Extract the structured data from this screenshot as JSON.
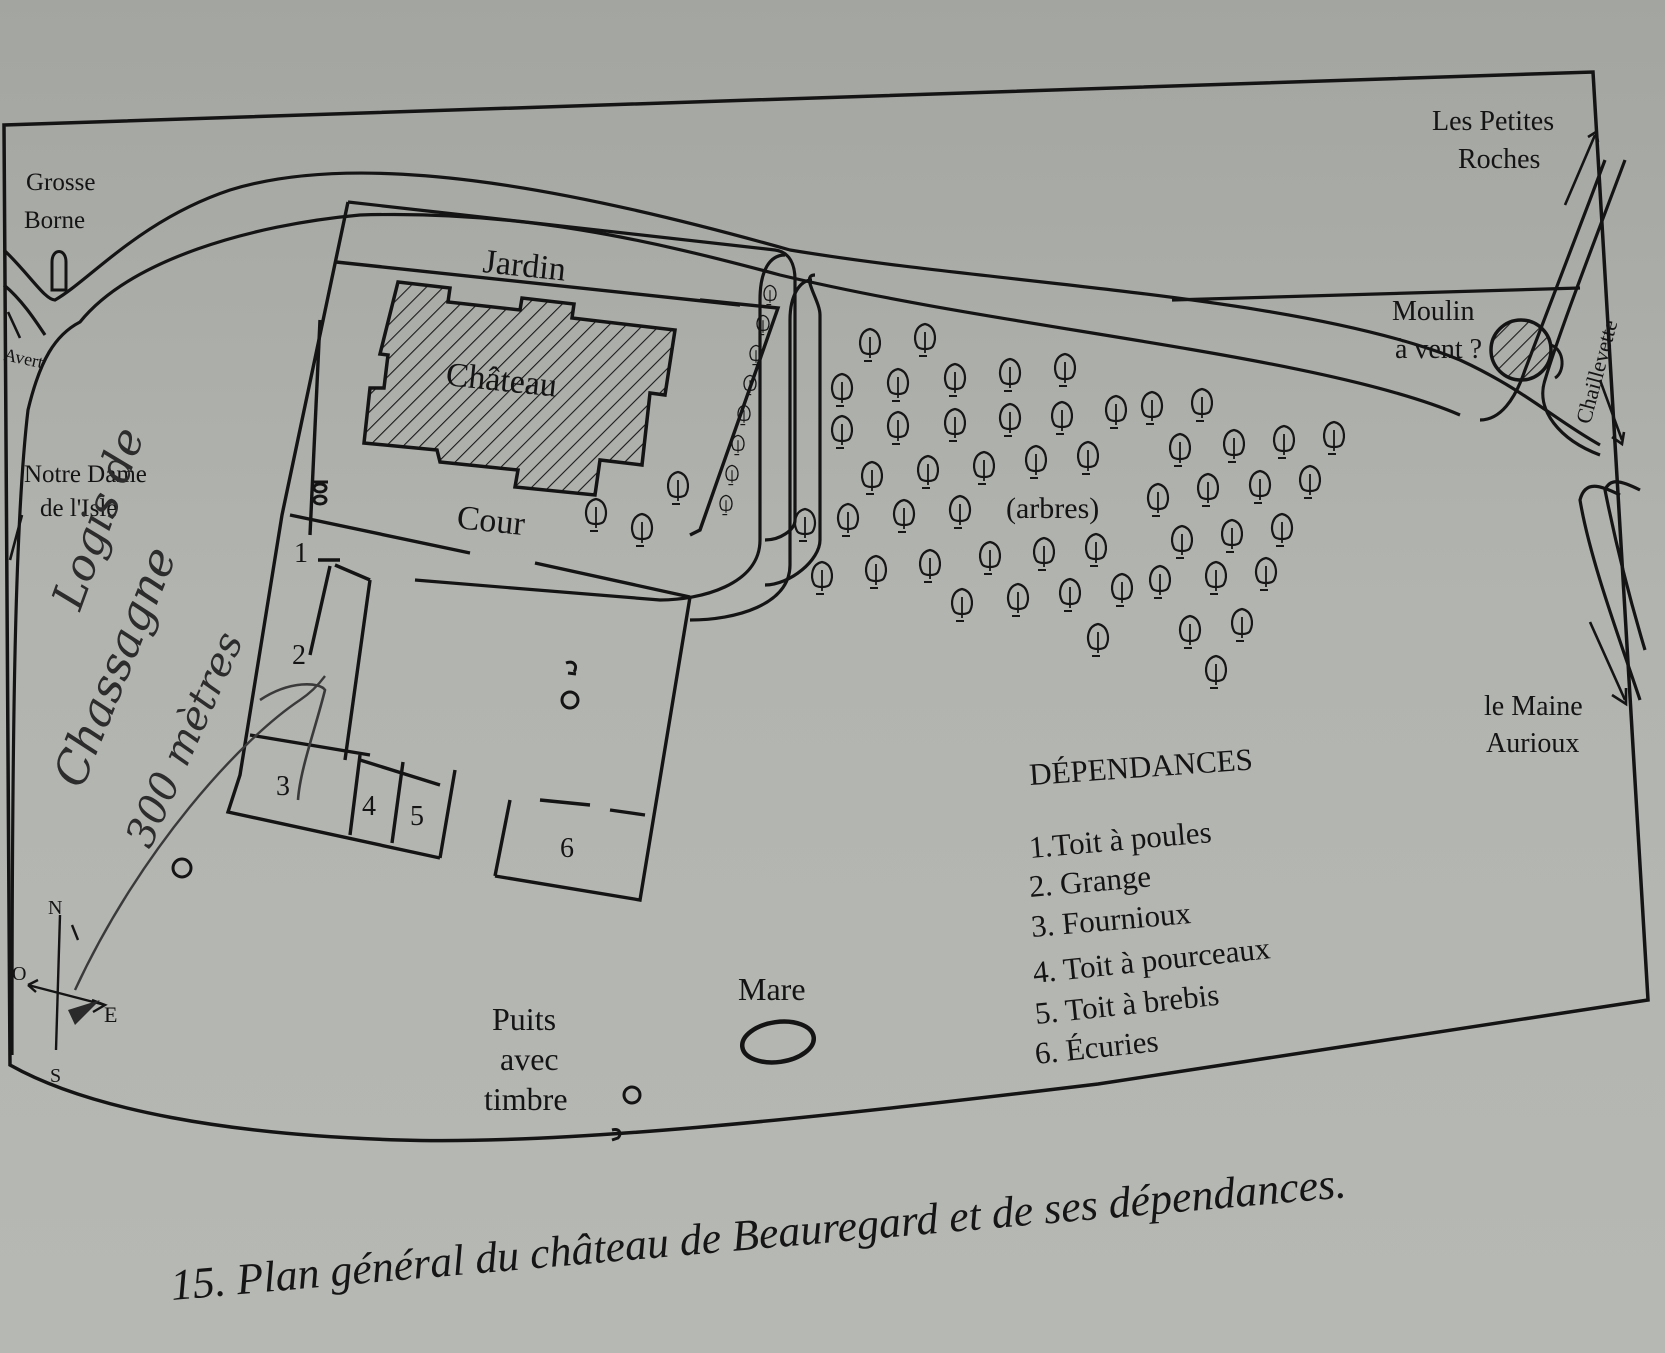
{
  "map": {
    "caption": "15. Plan général du château de Beauregard et de ses dépendances.",
    "places": {
      "grosse_borne_1": "Grosse",
      "grosse_borne_2": "Borne",
      "avert": "Avert",
      "notre_dame_1": "Notre Dame",
      "notre_dame_2": "de l'Isle",
      "petites_roches_1": "Les Petites",
      "petites_roches_2": "Roches",
      "moulin_1": "Moulin",
      "moulin_2": "à vent ?",
      "chaillevette": "Chaillevette",
      "maine_1": "le Maine",
      "maine_2": "Aurioux"
    },
    "areas": {
      "jardin": "Jardin",
      "chateau": "Château",
      "cour": "Cour",
      "arbres": "(arbres)",
      "mare": "Mare",
      "puits_1": "Puits",
      "puits_2": "avec",
      "puits_3": "timbre"
    },
    "outbuilding_numbers": [
      "1",
      "2",
      "3",
      "4",
      "5",
      "6"
    ],
    "legend": {
      "title": "DÉPENDANCES",
      "items": [
        "1.Toit à poules",
        "2. Grange",
        "3. Fournioux",
        "4. Toit à pourceaux",
        "5. Toit à brebis",
        "6. Écuries"
      ]
    },
    "compass": {
      "n": "N",
      "s": "S",
      "e": "E",
      "o": "O"
    },
    "handwriting": {
      "line1": "Logis de",
      "line2": "Chassagne",
      "line3": "300 mètres"
    },
    "colors": {
      "ink": "#141414",
      "paper": "#b2b4b0",
      "pencil": "#2c2c2c"
    }
  }
}
